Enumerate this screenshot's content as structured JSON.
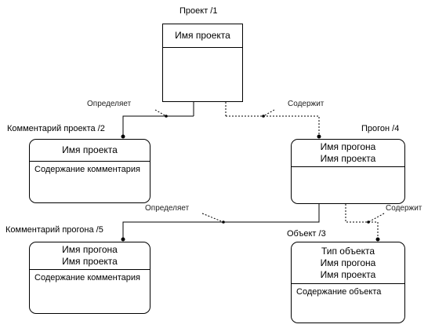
{
  "entities": {
    "project": {
      "title": "Проект /1",
      "keys": [
        "Имя проекта"
      ],
      "attrs": []
    },
    "project_comment": {
      "title": "Комментарий проекта /2",
      "keys": [
        "Имя проекта"
      ],
      "attrs": [
        "Содержание комментария"
      ]
    },
    "run": {
      "title": "Прогон /4",
      "keys": [
        "Имя прогона",
        "Имя проекта"
      ],
      "attrs": []
    },
    "run_comment": {
      "title": "Комментарий прогона /5",
      "keys": [
        "Имя прогона",
        "Имя проекта"
      ],
      "attrs": [
        "Содержание комментария"
      ]
    },
    "object": {
      "title": "Объект /3",
      "keys": [
        "Тип объекта",
        "Имя прогона",
        "Имя проекта"
      ],
      "attrs": [
        "Содержание объекта"
      ]
    }
  },
  "relationships": {
    "project_defines_comment": "Определяет",
    "project_contains_run": "Содержит",
    "run_defines_comment": "Определяет",
    "run_contains_object": "Содержит"
  }
}
